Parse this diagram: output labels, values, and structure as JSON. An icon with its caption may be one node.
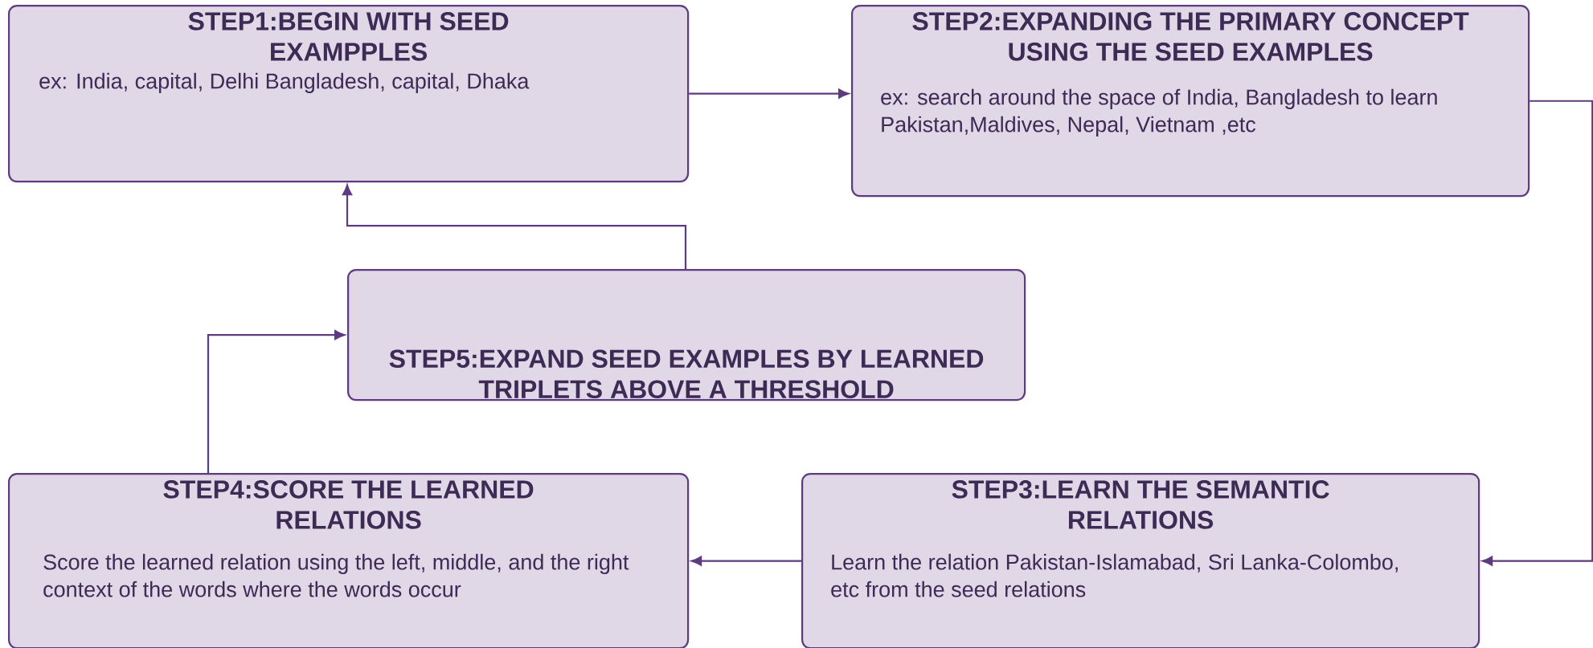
{
  "diagram": {
    "nodes": [
      {
        "text": [
          "STEP1:BEGIN WITH SEED EXAMPPLES",
          "ex: India, capital, Delhi Bangladesh, capital, Dhaka"
        ]
      },
      {
        "text": [
          "STEP2:EXPANDING THE PRIMARY CONCEPT USING THE SEED EXAMPLES",
          "ex: search around the space of India, Bangladesh to learn Pakistan,Maldives, Nepal, Vietnam ,etc"
        ]
      },
      {
        "text": [
          "STEP5:EXPAND SEED EXAMPLES BY LEARNED TRIPLETS ABOVE A THRESHOLD"
        ]
      },
      {
        "text": [
          "STEP4:SCORE THE LEARNED RELATIONS",
          "Score the learned relation using the left, middle, and the right context of the words where the words occur"
        ]
      },
      {
        "text": [
          "STEP3:LEARN THE SEMANTIC RELATIONS",
          "Learn the relation Pakistan-Islamabad, Sri Lanka-Colombo, etc from the seed relations"
        ]
      }
    ],
    "edges": [
      {
        "from": 0,
        "to": 1,
        "arrow": "to"
      },
      {
        "from": 1,
        "to": 4,
        "arrow": "to"
      },
      {
        "from": 4,
        "to": 3,
        "arrow": "to"
      },
      {
        "from": 3,
        "to": 2,
        "arrow": "to"
      },
      {
        "from": 2,
        "to": 0,
        "arrow": "to"
      }
    ]
  }
}
